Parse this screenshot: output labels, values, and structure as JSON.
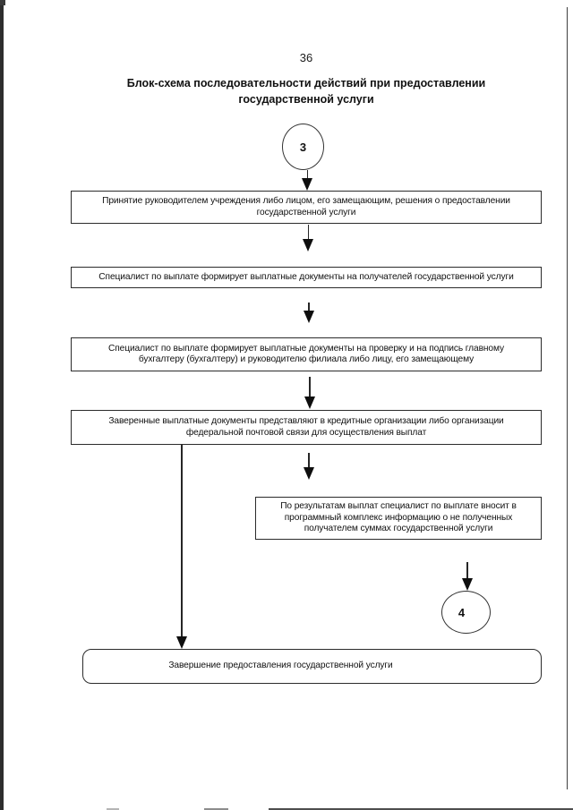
{
  "colors": {
    "ink": "#1c1c1c",
    "paper": "#ffffff"
  },
  "page_number": "36",
  "title_lines": [
    "Блок-схема последовательности действий при предоставлении",
    "государственной услуги"
  ],
  "connectors": {
    "entry": "3",
    "exit": "4"
  },
  "steps": [
    {
      "name": "approval-decision",
      "lines": [
        "Принятие руководителем учреждения либо лицом, его замещающим, решения о предоставлении",
        "государственной услуги"
      ]
    },
    {
      "name": "form-payment-documents",
      "lines": [
        "Специалист по выплате формирует выплатные документы на получателей государственной услуги"
      ]
    },
    {
      "name": "check-and-sign-documents",
      "lines": [
        "Специалист по выплате формирует выплатные документы на проверку и на подпись главному",
        "бухгалтеру (бухгалтеру) и руководителю филиала либо лицу, его замещающему"
      ]
    },
    {
      "name": "submit-documents-for-payment",
      "lines": [
        "Заверенные выплатные документы представляют в кредитные организации либо организации",
        "федеральной почтовой связи для осуществления выплат"
      ]
    },
    {
      "name": "enter-unreceived-sums-info",
      "lines": [
        "По результатам выплат специалист по выплате вносит в",
        "программный комплекс информацию о не полученных",
        "получателем суммах государственной услуги"
      ]
    },
    {
      "name": "service-completion",
      "lines": [
        "Завершение предоставления государственной услуги"
      ]
    }
  ]
}
